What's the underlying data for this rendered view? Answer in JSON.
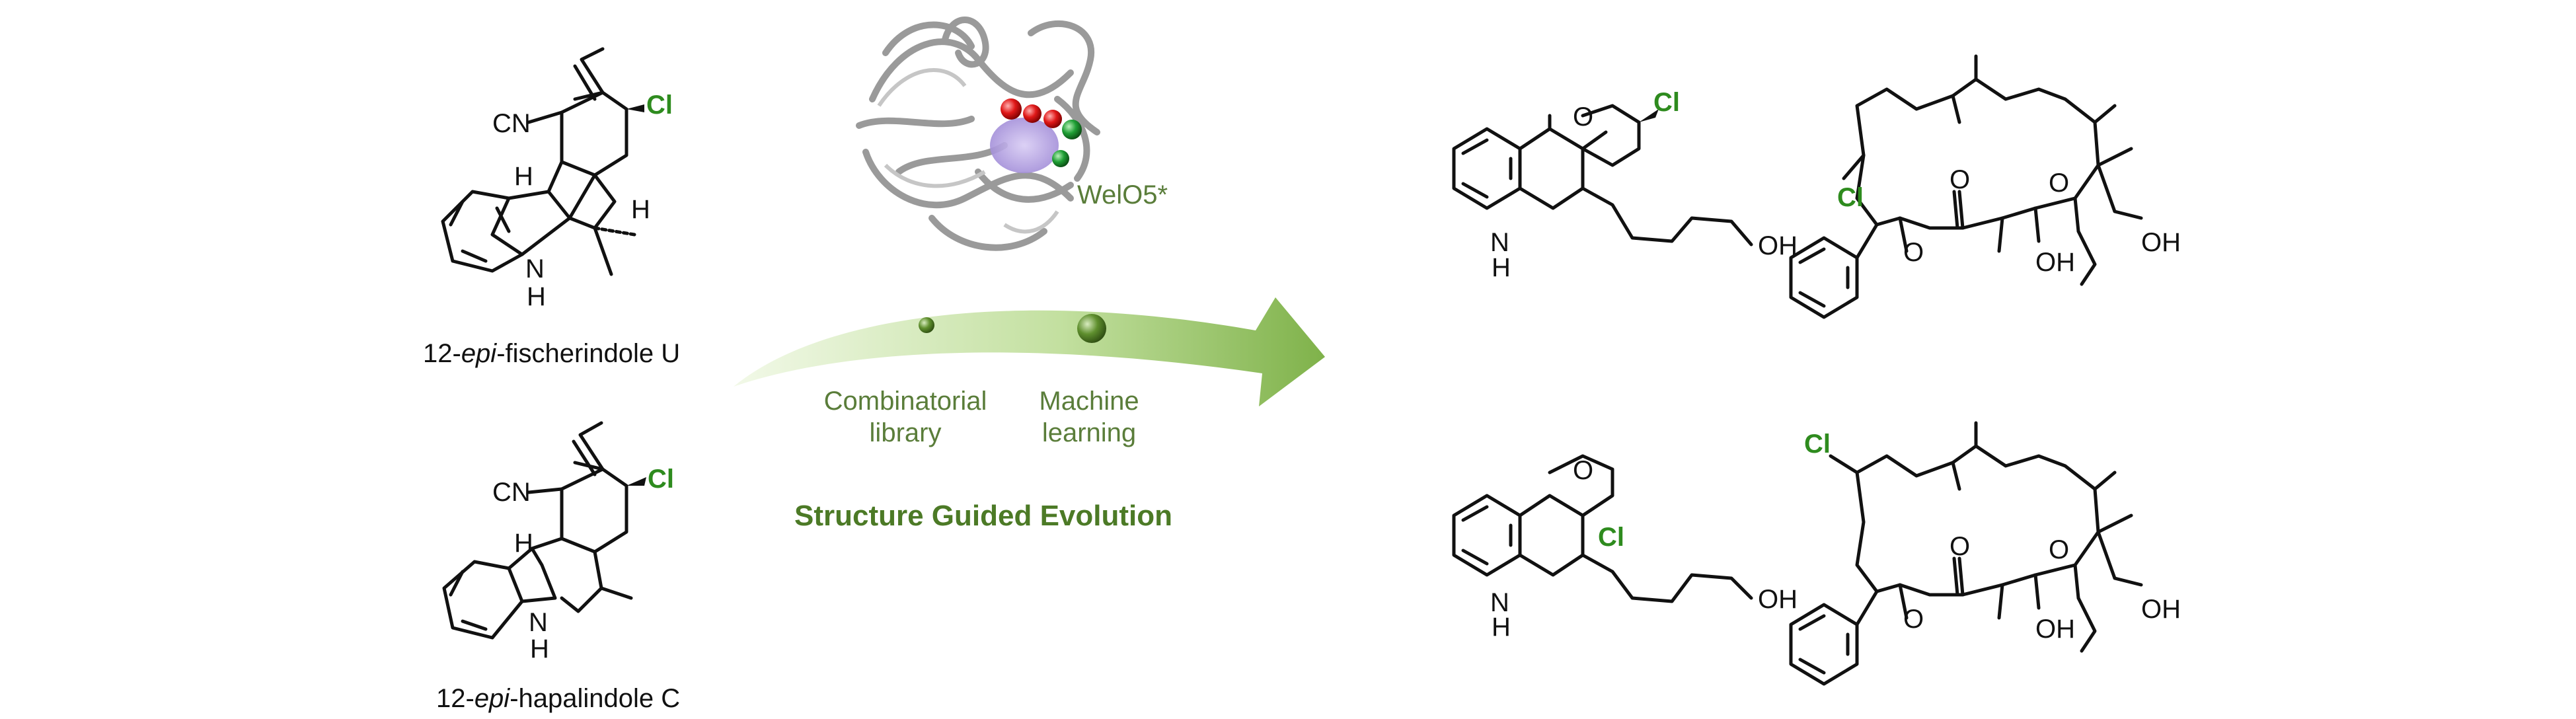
{
  "colors": {
    "chlorine": "#2e8b1e",
    "arrow_light": "#e8f4d6",
    "arrow_dark": "#8fbf5c",
    "label_green": "#5a7d3a",
    "title_green": "#4c7a26",
    "protein_gray": "#9a9a9a",
    "substrate_purple": "#b5a2e0",
    "oxygen_red": "#d81e1e",
    "chloride_green": "#23a23a"
  },
  "left": {
    "compound1": {
      "name_prefix": "12-",
      "name_italic": "epi",
      "name_suffix": "-fischerindole U",
      "atoms": {
        "cn": "CN",
        "h1": "H",
        "h2": "H",
        "nh_n": "N",
        "nh_h": "H",
        "cl": "Cl"
      }
    },
    "compound2": {
      "name_prefix": "12-",
      "name_italic": "epi",
      "name_suffix": "-hapalindole C",
      "atoms": {
        "cn": "CN",
        "h1": "H",
        "nh_n": "N",
        "nh_h": "H",
        "cl": "Cl"
      }
    }
  },
  "center": {
    "enzyme_label": "WelO5*",
    "arrow": {
      "label1_line1": "Combinatorial",
      "label1_line2": "library",
      "label2_line1": "Machine",
      "label2_line2": "learning",
      "title": "Structure Guided Evolution"
    }
  },
  "right": {
    "quinoline1": {
      "o": "O",
      "cl": "Cl",
      "n": "N",
      "h": "H",
      "oh": "OH"
    },
    "quinoline2": {
      "o": "O",
      "cl": "Cl",
      "n": "N",
      "h": "H",
      "oh": "OH"
    },
    "macrolide1": {
      "cl": "Cl",
      "o_ring": "O",
      "o_ester": "O",
      "o_carbonyl": "O",
      "oh1": "OH",
      "oh2": "OH"
    },
    "macrolide2": {
      "cl": "Cl",
      "o_ring": "O",
      "o_ester": "O",
      "o_carbonyl": "O",
      "oh1": "OH",
      "oh2": "OH"
    }
  }
}
